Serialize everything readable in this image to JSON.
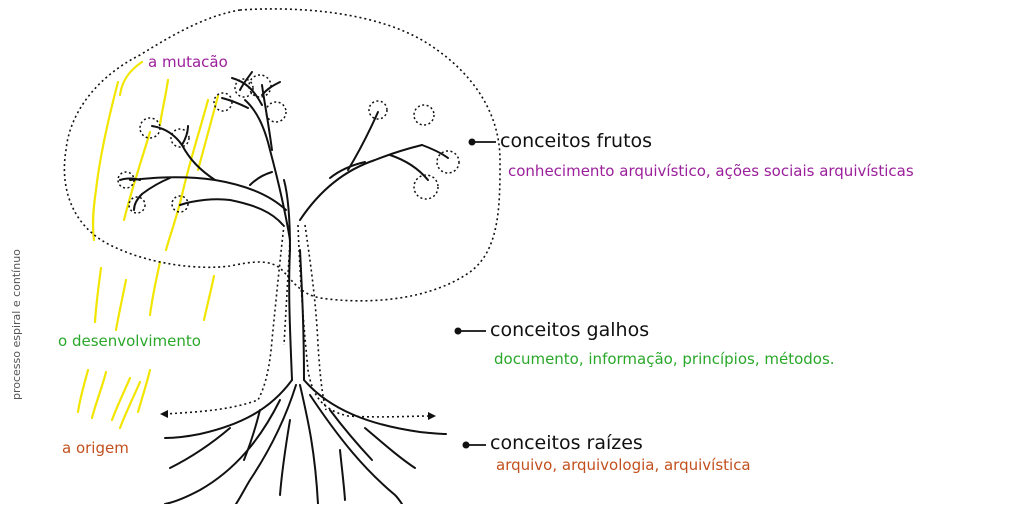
{
  "colors": {
    "fruit": "#9b1f9b",
    "branch": "#2aa82a",
    "root": "#c2501e",
    "ink": "#111111",
    "highlight": "#f2e600",
    "caption": "#555555"
  },
  "stages": {
    "mutation": "a mutacão",
    "development": "o desenvolvimento",
    "origin": "a origem"
  },
  "vertical_caption": "processo espiral e contínuo",
  "concepts": {
    "fruits": {
      "title": "conceitos frutos",
      "examples": "conhecimento arquivístico, ações sociais arquivísticas"
    },
    "branches": {
      "title": "conceitos galhos",
      "examples": "documento, informação, princípios, métodos."
    },
    "roots": {
      "title": "conceitos raízes",
      "examples": "arquivo, arquivologia, arquivística"
    }
  }
}
